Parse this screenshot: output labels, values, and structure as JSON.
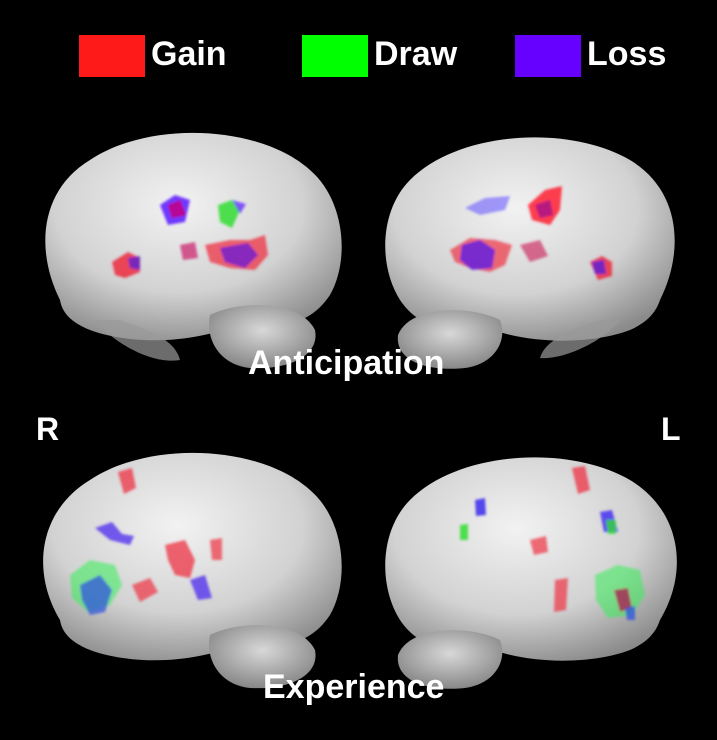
{
  "legend": {
    "items": [
      {
        "label": "Gain",
        "color": "#ff1a1a"
      },
      {
        "label": "Draw",
        "color": "#00ff00"
      },
      {
        "label": "Loss",
        "color": "#6600ff"
      }
    ]
  },
  "sections": {
    "anticipation": "Anticipation",
    "experience": "Experience"
  },
  "hemispheres": {
    "right": "R",
    "left": "L"
  },
  "brain_icon": "brain-render-icon"
}
